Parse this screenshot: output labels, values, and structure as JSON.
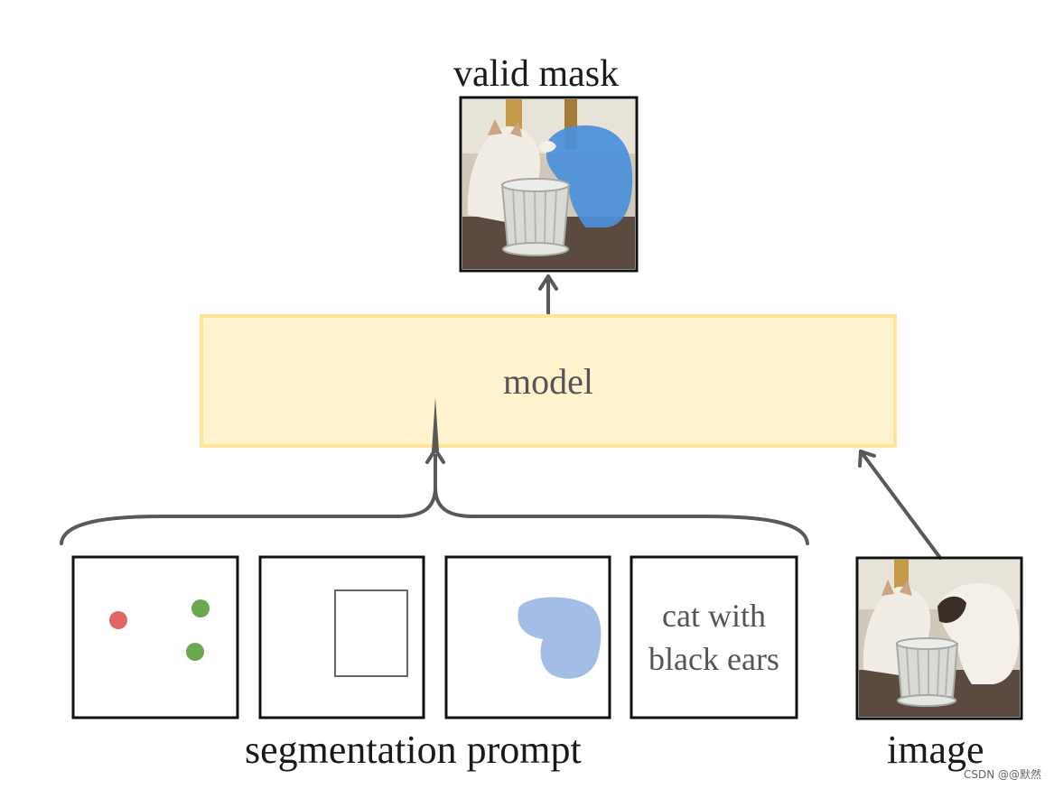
{
  "labels": {
    "valid_mask": "valid mask",
    "model": "model",
    "segmentation_prompt": "segmentation prompt",
    "image": "image"
  },
  "prompts": {
    "text_line1": "cat with",
    "text_line2": "black ears"
  },
  "watermark": "CSDN @@默然",
  "colors": {
    "model_fill": "#fff2cc",
    "model_border": "#ffe599",
    "arrow": "#595959",
    "point_negative": "#e06666",
    "point_positive": "#6aa84f",
    "mask_blob": "#a4bde6",
    "segmentation_overlay": "#4a90d9"
  }
}
